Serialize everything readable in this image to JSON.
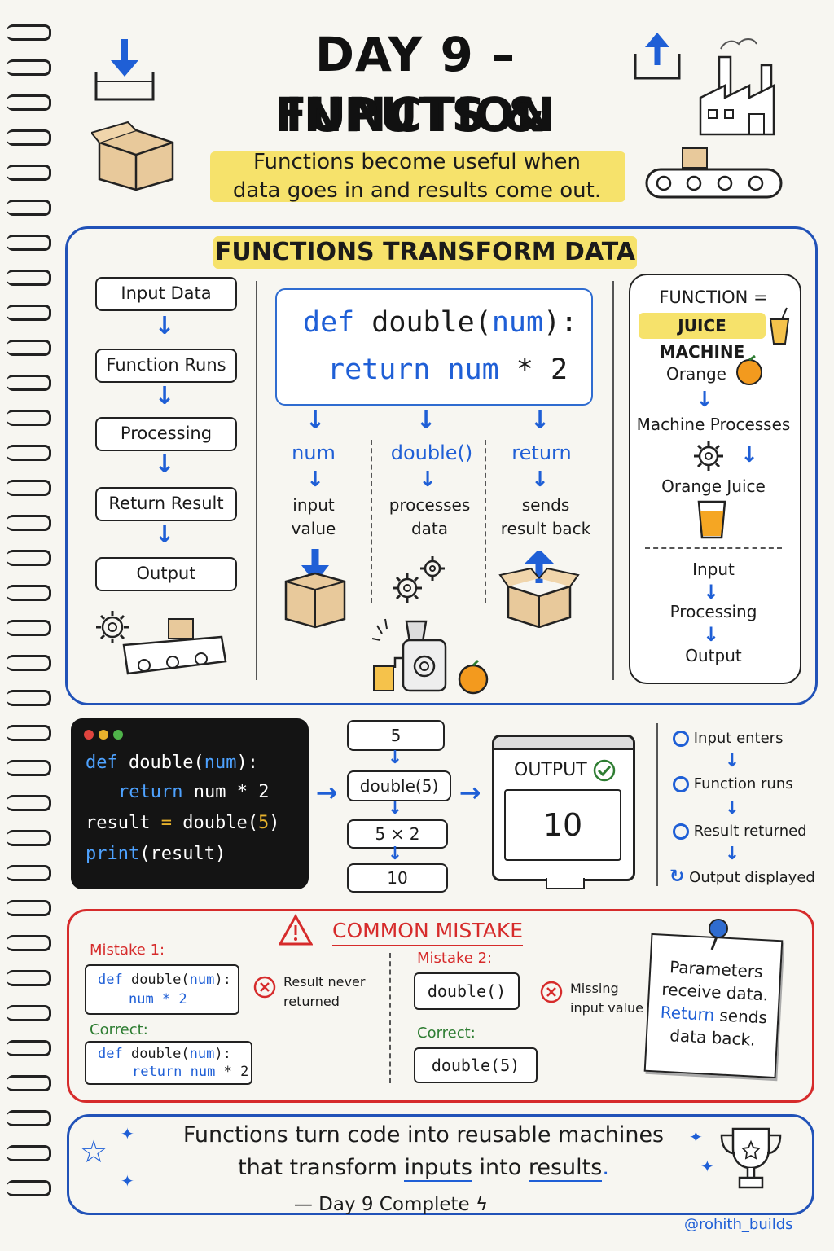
{
  "header": {
    "title_line1": "DAY 9 – FUNCTION",
    "title_line2": "INPUTS & OUTPUTS",
    "subtitle_line1": "Functions become useful when",
    "subtitle_line2": "data goes in and results come out."
  },
  "transform": {
    "heading": "FUNCTIONS TRANSFORM DATA",
    "flow": [
      "Input Data",
      "Function Runs",
      "Processing",
      "Return Result",
      "Output"
    ],
    "code_def": "def",
    "code_name": "double",
    "code_param": "num",
    "code_return": "return num",
    "code_op": "* 2",
    "columns": [
      {
        "keyword": "num",
        "line1": "input",
        "line2": "value"
      },
      {
        "keyword": "double()",
        "line1": "processes",
        "line2": "data"
      },
      {
        "keyword": "return",
        "line1": "sends",
        "line2": "result back"
      }
    ],
    "juice": {
      "title": "FUNCTION =",
      "machine": "JUICE MACHINE",
      "orange": "Orange",
      "process": "Machine Processes",
      "result": "Orange Juice",
      "steps": [
        "Input",
        "Processing",
        "Output"
      ]
    }
  },
  "terminal": {
    "line1_kw": "def",
    "line1_rest": " double(",
    "line1_param": "num",
    "line1_end": "):",
    "line2_kw": "return",
    "line2_rest": " num * 2",
    "line3_a": "result",
    "line3_eq": " = ",
    "line3_b": "double(",
    "line3_num": "5",
    "line3_end": ")",
    "line4_kw": "print",
    "line4_rest": "(result)"
  },
  "trace": [
    "5",
    "double(5)",
    "5 × 2",
    "10"
  ],
  "monitor": {
    "label": "OUTPUT",
    "value": "10"
  },
  "steps": [
    "Input enters",
    "Function runs",
    "Result returned",
    "Output displayed"
  ],
  "mistakes": {
    "heading": "COMMON MISTAKE",
    "m1_label": "Mistake 1:",
    "m1_code_a": "def",
    "m1_code_b": " double(",
    "m1_code_c": "num",
    "m1_code_d": "):",
    "m1_code_line2": "num * 2",
    "m1_note_1": "Result never",
    "m1_note_2": "returned",
    "c1_label": "Correct:",
    "c1_code_a": "def",
    "c1_code_b": " double(",
    "c1_code_c": "num",
    "c1_code_d": "):",
    "c1_code_line2_kw": "return num",
    "c1_code_line2_rest": " * 2",
    "m2_label": "Mistake 2:",
    "m2_code": "double()",
    "m2_note_1": "Missing",
    "m2_note_2": "input value",
    "c2_label": "Correct:",
    "c2_code": "double(5)",
    "note_1": "Parameters",
    "note_2": "receive data.",
    "note_3_kw": "Return",
    "note_3_rest": " sends",
    "note_4": "data back."
  },
  "footer": {
    "line1": "Functions turn code into reusable machines",
    "line2_a": "that transform ",
    "line2_b": "inputs",
    "line2_c": " into ",
    "line2_d": "results",
    "line2_e": ".",
    "complete": "— Day 9 Complete",
    "handle": "@rohith_builds"
  }
}
